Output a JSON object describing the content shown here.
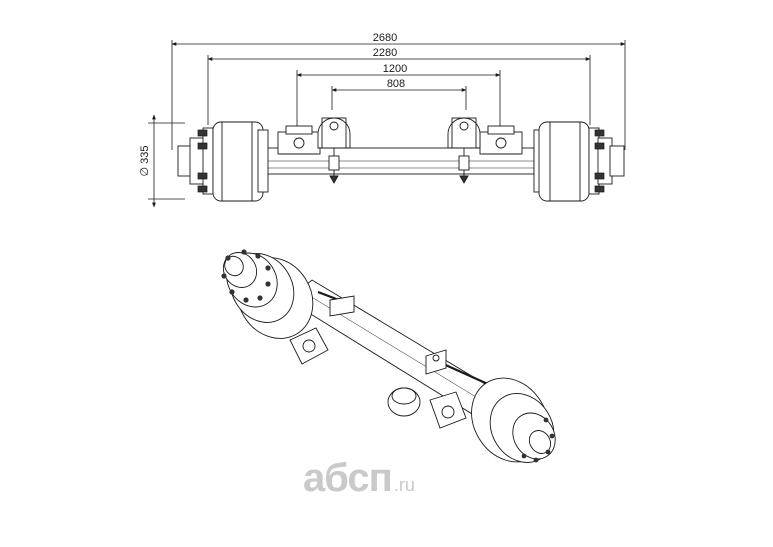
{
  "dimensions": {
    "overall": "2680",
    "track": "2280",
    "spring_span": "1200",
    "bracket_span": "808",
    "drum_diameter": "∅ 335"
  },
  "watermark": {
    "brand": "абсп",
    "tld": ".ru",
    "color": "#c9c9c9"
  },
  "colors": {
    "line": "#1a1a1a",
    "watermark": "#c9c9c9"
  }
}
